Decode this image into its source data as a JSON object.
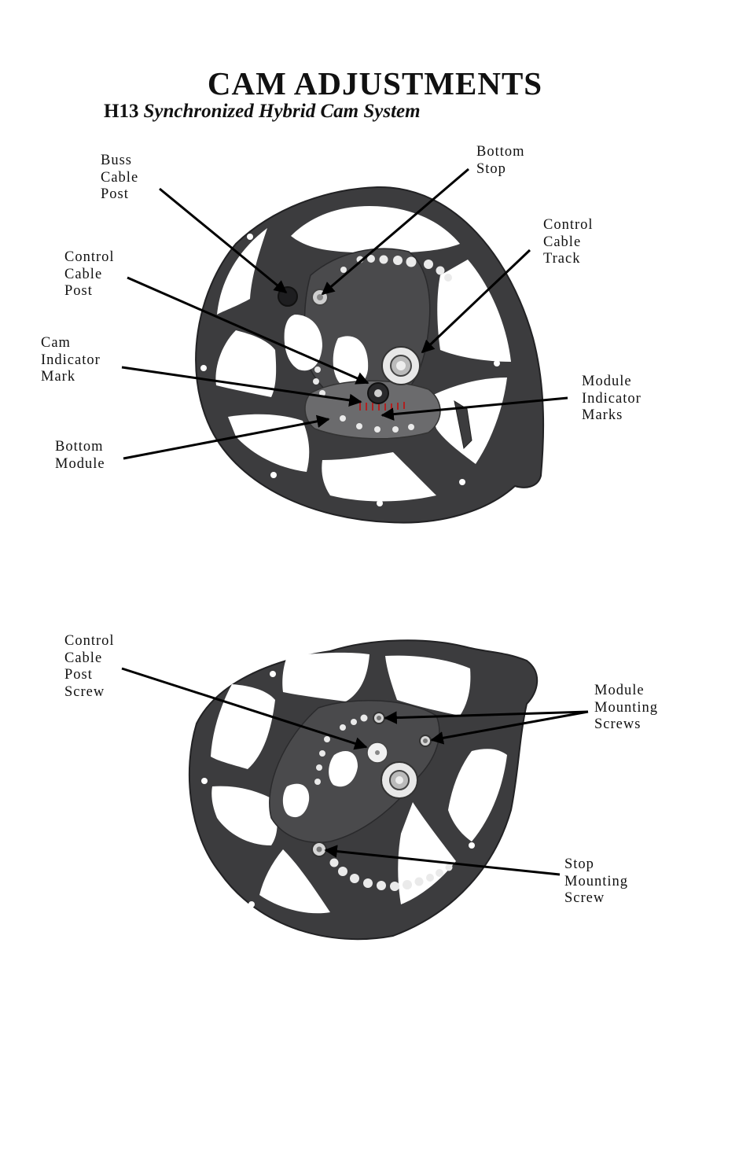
{
  "header": {
    "title": "CAM ADJUSTMENTS",
    "model": "H13",
    "system_name": "Synchronized Hybrid Cam System"
  },
  "figure_top": {
    "labels": {
      "buss_cable_post": [
        "Buss",
        "Cable",
        "Post"
      ],
      "bottom_stop": [
        "Bottom",
        "Stop"
      ],
      "control_cable_track": [
        "Control",
        "Cable",
        "Track"
      ],
      "control_cable_post": [
        "Control",
        "Cable",
        "Post"
      ],
      "cam_indicator_mark": [
        "Cam",
        "Indicator",
        "Mark"
      ],
      "module_indicator_marks": [
        "Module",
        "Indicator",
        "Marks"
      ],
      "bottom_module": [
        "Bottom",
        "Module"
      ]
    }
  },
  "figure_bottom": {
    "labels": {
      "control_cable_post_screw": [
        "Control",
        "Cable",
        "Post",
        "Screw"
      ],
      "module_mounting_screws": [
        "Module",
        "Mounting",
        "Screws"
      ],
      "stop_mounting_screw": [
        "Stop",
        "Mounting",
        "Screw"
      ]
    }
  },
  "colors": {
    "cam_body": "#3c3c3e",
    "cam_outline": "#222224",
    "module": "#6b6b6d",
    "hub": "#e9e9e9",
    "leader": "#000000",
    "background": "#ffffff"
  }
}
